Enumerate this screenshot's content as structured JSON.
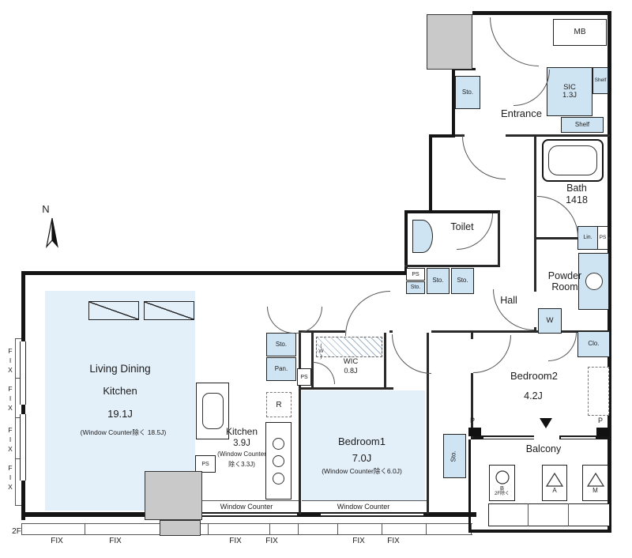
{
  "colors": {
    "room_fill": "#e3eff9",
    "fixture_fill": "#cfe4f3",
    "wall": "#151515",
    "gray": "#c9c9c9"
  },
  "plan": {
    "compass_n": "N",
    "floor_label": "2F",
    "fix": "FIX",
    "window_counter": "Window Counter",
    "mb": "MB",
    "entrance": "Entrance",
    "sto": "Sto.",
    "sic": "SIC",
    "sic_size": "1.3J",
    "shelf": "Shelf",
    "bath": "Bath",
    "bath_size": "1418",
    "toilet": "Toilet",
    "lin": "Lin.",
    "ps": "PS",
    "powder_line1": "Powder",
    "powder_line2": "Room",
    "hall": "Hall",
    "w": "W",
    "clo": "Clo.",
    "bedroom2": "Bedroom2",
    "bedroom2_size": "4.2J",
    "wic": "WIC",
    "wic_size": "0.8J",
    "wic_w": "(W)",
    "pan": "Pan.",
    "fridge": "R",
    "ldk_line1": "Living Dining",
    "ldk_line2": "Kitchen",
    "ldk_size": "19.1J",
    "ldk_note": "(Window Counter除く 18.5J)",
    "kitchen": "Kitchen",
    "kitchen_size": "3.9J",
    "kitchen_note1": "(Window Counter",
    "kitchen_note2": "除く3.3J)",
    "bedroom1": "Bedroom1",
    "bedroom1_size": "7.0J",
    "bedroom1_note": "(Window Counter除く6.0J)",
    "balcony": "Balcony",
    "balcony_b": "B",
    "balcony_b_note": "2F除く",
    "balcony_a": "A",
    "balcony_m": "M",
    "pillar": "P"
  }
}
